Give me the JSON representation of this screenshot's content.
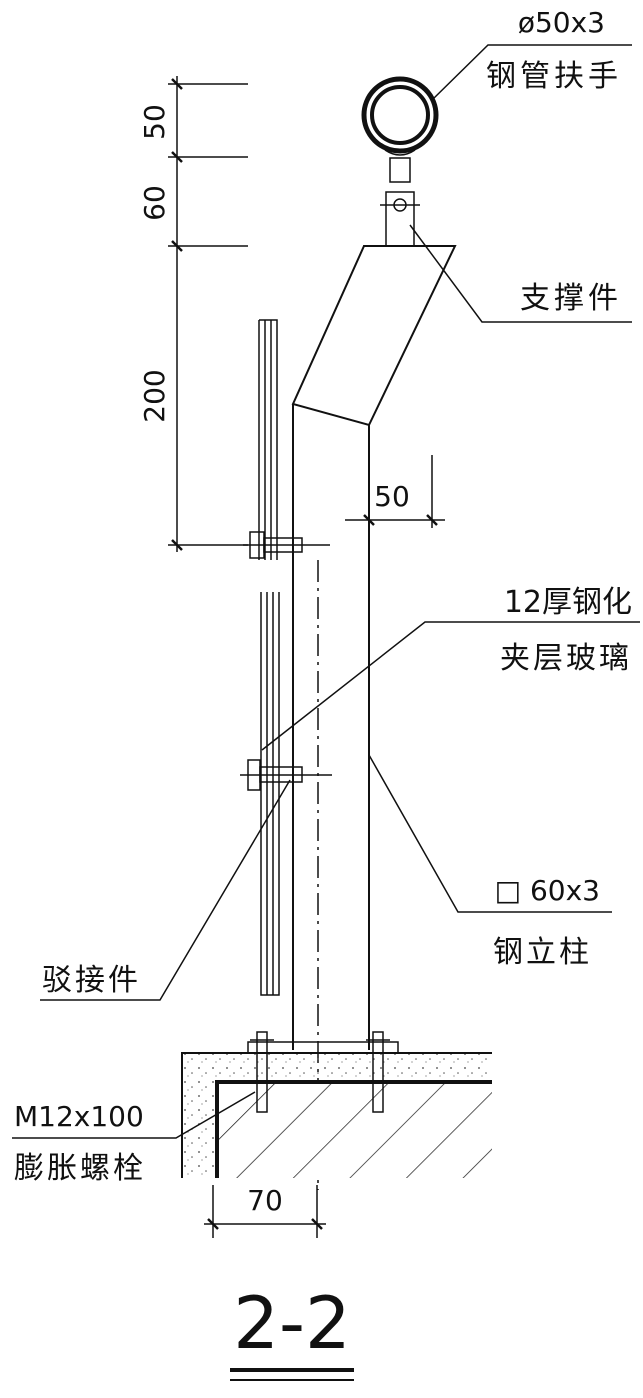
{
  "title": "2-2",
  "dimensions": {
    "d1": "50",
    "d2": "60",
    "d3": "200",
    "offset": "50",
    "base": "70"
  },
  "labels": {
    "handrail_spec": "ø50x3",
    "handrail_name": "钢管扶手",
    "support": "支撑件",
    "glass_spec": "12厚钢化",
    "glass_name": "夹层玻璃",
    "connector": "驳接件",
    "post_spec": "□ 60x3",
    "post_name": "钢立柱",
    "bolt_spec": "M12x100",
    "bolt_name": "膨胀螺栓"
  }
}
